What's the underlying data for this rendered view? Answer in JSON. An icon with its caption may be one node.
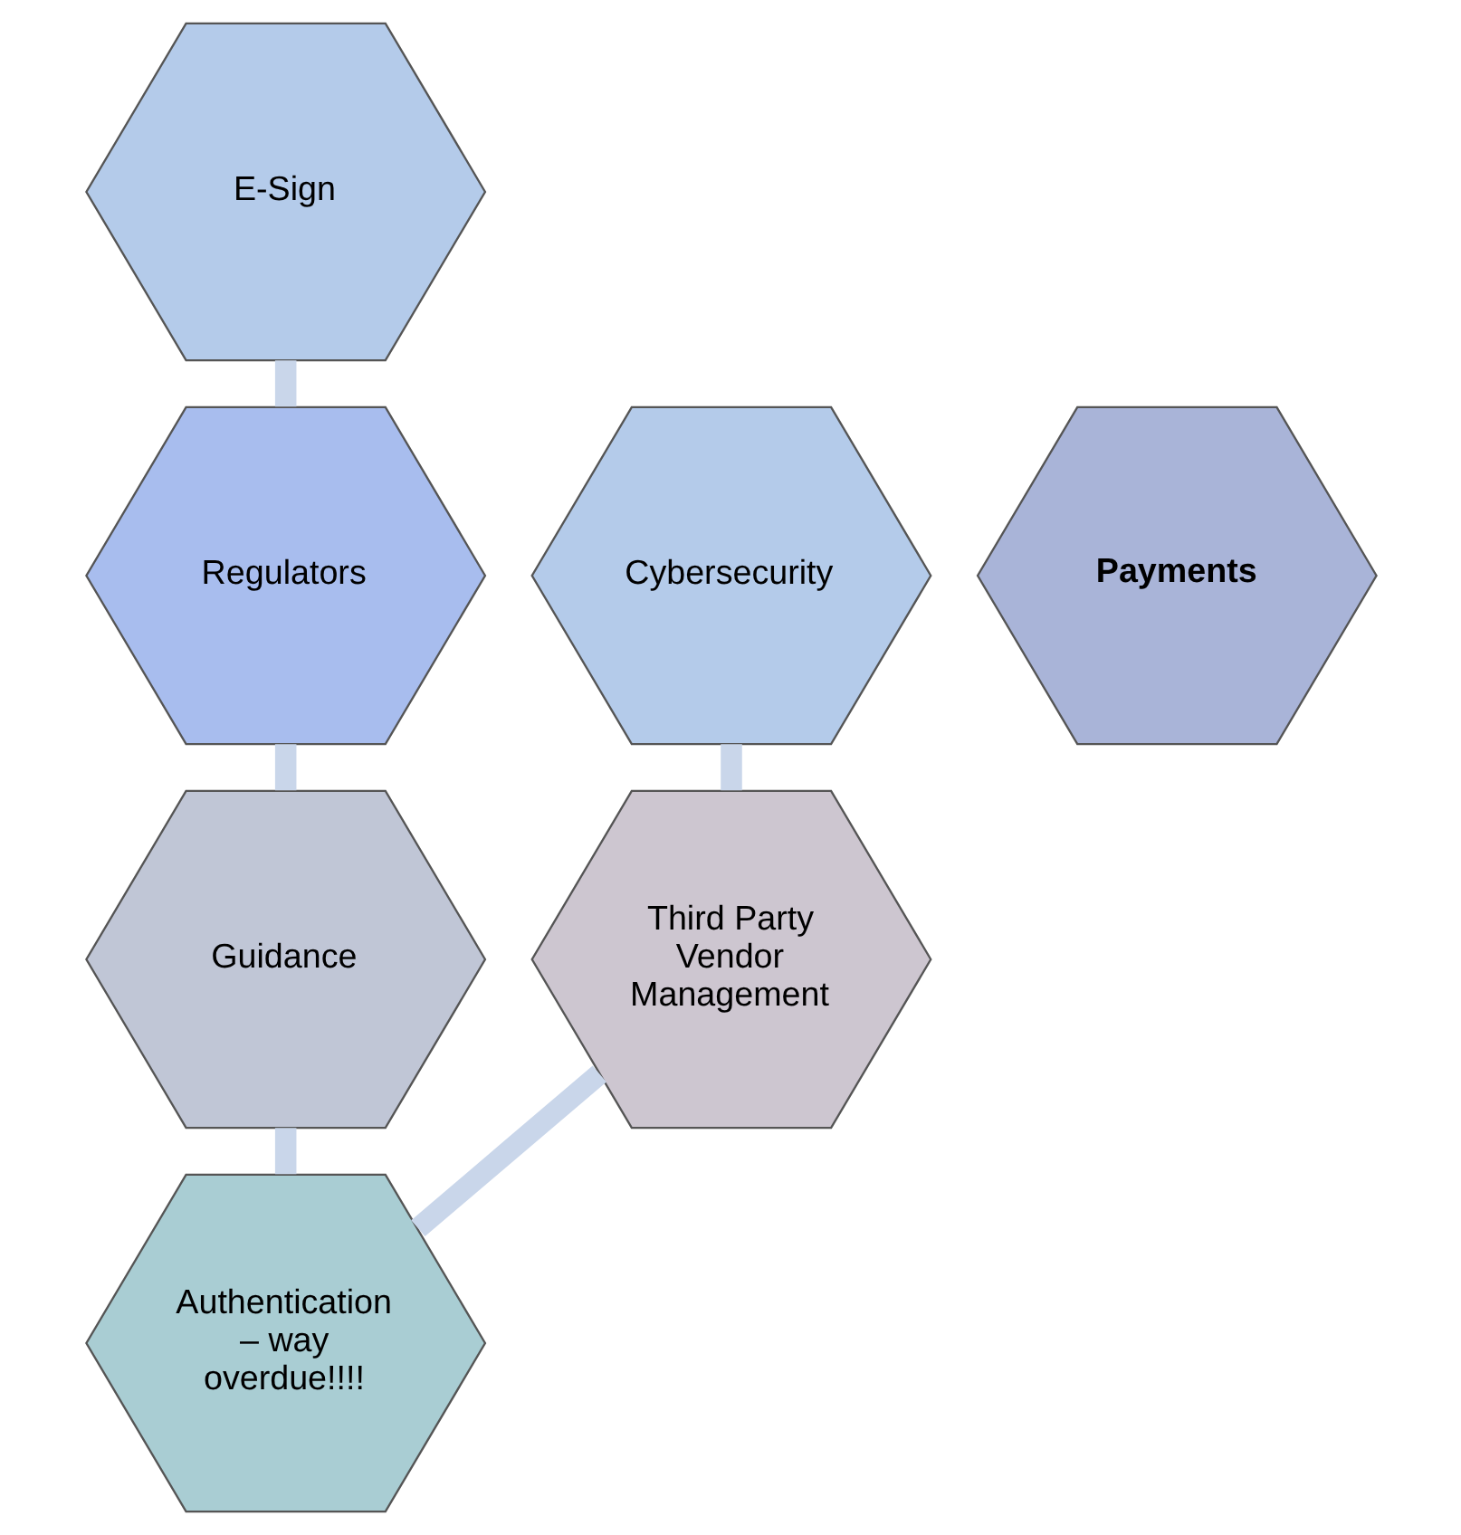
{
  "diagram": {
    "nodes": [
      {
        "text": [
          "E-Sign"
        ]
      },
      {
        "text": [
          "Cybersecurity"
        ]
      },
      {
        "text": [
          "Payments"
        ]
      },
      {
        "text": [
          "Regulators"
        ]
      },
      {
        "text": [
          "Third Party Vendor Management"
        ]
      },
      {
        "text": [
          "Guidance"
        ]
      },
      {
        "text": [
          "Authentication – way overdue!!!!"
        ]
      }
    ],
    "edges": [
      {
        "from": 0,
        "to": 3,
        "arrow": "none"
      },
      {
        "from": 3,
        "to": 5,
        "arrow": "none"
      },
      {
        "from": 5,
        "to": 6,
        "arrow": "none"
      },
      {
        "from": 6,
        "to": 4,
        "arrow": "none"
      },
      {
        "from": 4,
        "to": 1,
        "arrow": "none"
      }
    ]
  }
}
